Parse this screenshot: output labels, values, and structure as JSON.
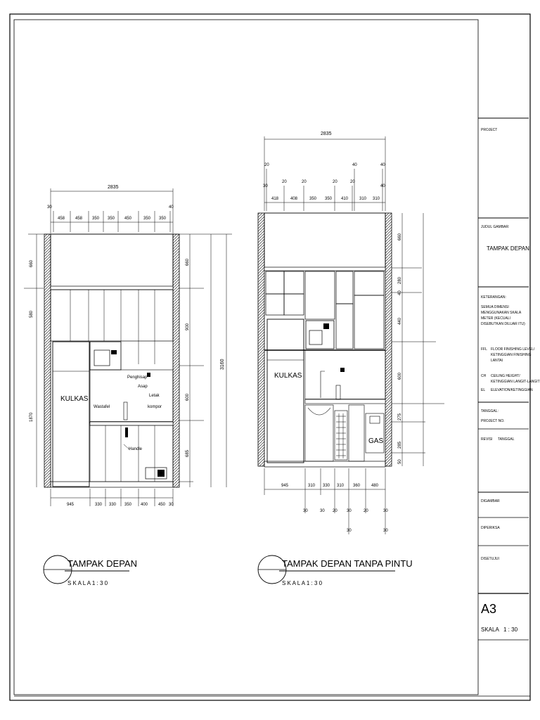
{
  "sheet": {
    "title_block": {
      "project_label": "PROJECT",
      "drawing_title_label": "JUDUL GAMBAR:",
      "drawing_title": "TAMPAK DEPAN",
      "notes_label": "KETERANGAN:",
      "notes_lines": [
        "SEMUA DIMENSI",
        "MENGGUNAKAN SKALA",
        "METER (KECUALI",
        "DISEBUTKAN DILUAR ITU)"
      ],
      "ffl_code": "FFL",
      "ffl_lines": [
        "FLOOR FINISHING LEVEL/",
        "KETINGGIAN FINISHING",
        "LANTAI"
      ],
      "ch_code": "CH",
      "ch_lines": [
        "CEILING HEIGHT/",
        "KETINGGIAN LANGIT-LANGIT"
      ],
      "el_code": "EL",
      "el_line": "ELEVATION/KETINGGIAN",
      "date_label": "TANGGAL:",
      "project_no_label": "PROJECT NO.",
      "revision_label": "REVISI",
      "revision_date_label": "TANGGAL",
      "drawn_label": "DIGAMBAR",
      "checked_label": "DIPERIKSA",
      "approved_label": "DISETUJUI",
      "paper_size": "A3",
      "scale_label": "SKALA",
      "scale_value": "1 : 30"
    },
    "left_view": {
      "title": "TAMPAK DEPAN",
      "scale": "S K A L A   1 : 3 0",
      "overall_width": "2835",
      "top_dims": [
        "30",
        "458",
        "458",
        "350",
        "350",
        "450",
        "350",
        "350",
        "40"
      ],
      "bottom_dims": [
        "945",
        "330",
        "330",
        "350",
        "400",
        "450",
        "30"
      ],
      "left_heights": [
        "660",
        "580",
        "1870"
      ],
      "right_heights": [
        "660",
        "900",
        "600",
        "685"
      ],
      "total_height": "3160",
      "labels": {
        "fridge": "KULKAS",
        "hood": "Penghisap",
        "hood2": "Asap",
        "stove": "Letak",
        "stove2": "kompor",
        "sink": "Wastafel",
        "handle": "Handle"
      }
    },
    "right_view": {
      "title": "TAMPAK DEPAN TANPA PINTU",
      "scale": "S K A L A   1 : 3 0",
      "overall_width": "2835",
      "top_dims": [
        "30",
        "418",
        "408",
        "350",
        "350",
        "410",
        "310",
        "310",
        "40"
      ],
      "top_small": [
        "20",
        "20",
        "20",
        "20",
        "20",
        "40",
        "40"
      ],
      "bottom_dims": [
        "945",
        "310",
        "330",
        "310",
        "360",
        "480"
      ],
      "bottom_small": [
        "30",
        "30",
        "20",
        "30",
        "20",
        "30",
        "30",
        "30"
      ],
      "right_heights": [
        "660",
        "280",
        "40",
        "440",
        "600",
        "275",
        "285",
        "50"
      ],
      "labels": {
        "fridge": "KULKAS",
        "gas": "GAS"
      }
    }
  }
}
